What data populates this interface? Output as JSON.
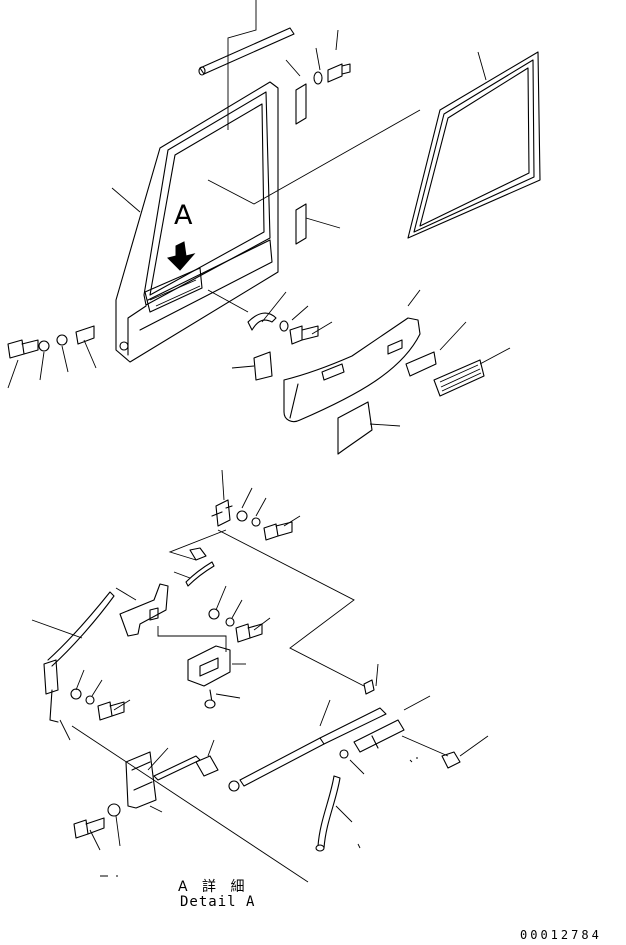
{
  "callout_letter": "A",
  "detail_caption_jp": "A 詳 細",
  "detail_caption_en": "Detail A",
  "drawing_number": "00012784",
  "icons": {
    "view_arrow": "down-arrow-icon"
  }
}
